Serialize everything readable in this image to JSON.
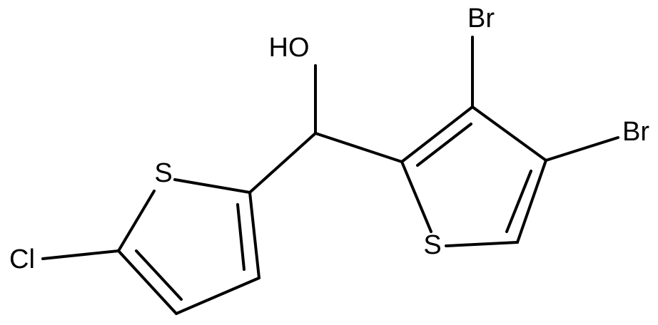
{
  "diagram": {
    "type": "chemical-structure",
    "line_color": "#000000",
    "background": "#ffffff",
    "atoms": {
      "ho": "HO",
      "br_top": "Br",
      "br_right": "Br",
      "s_left": "S",
      "s_right": "S",
      "cl": "Cl"
    }
  }
}
